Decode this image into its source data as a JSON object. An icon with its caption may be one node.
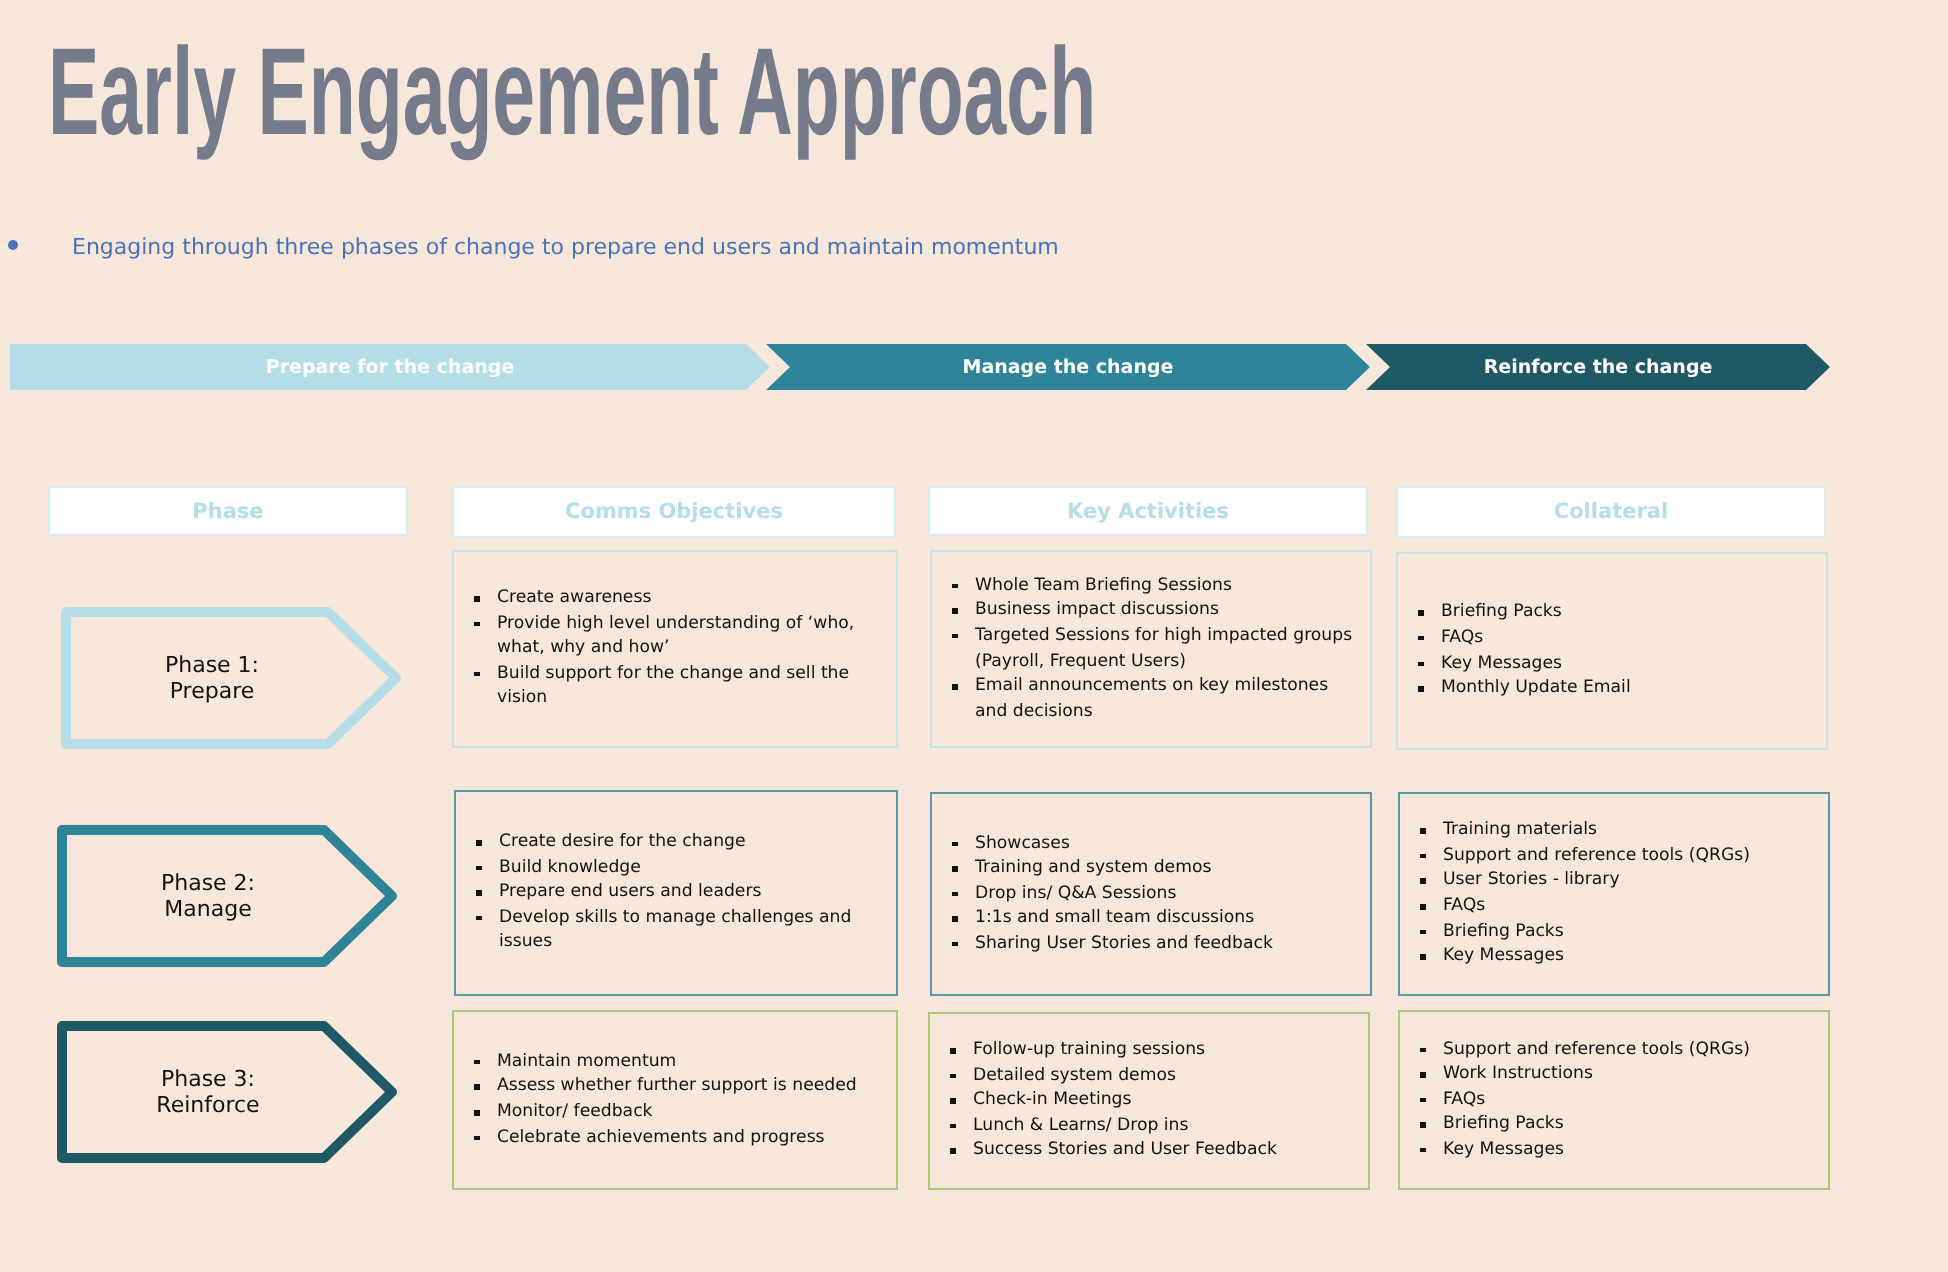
{
  "diagram": {
    "title": "Early Engagement Approach",
    "nodes": [
      {
        "text": [
          "Prepare for the change"
        ]
      },
      {
        "text": [
          "Manage the change"
        ]
      },
      {
        "text": [
          "Reinforce the change"
        ]
      },
      {
        "text": [
          "Phase"
        ]
      },
      {
        "text": [
          "Comms Objectives"
        ]
      },
      {
        "text": [
          "Key Activities"
        ]
      },
      {
        "text": [
          "Collateral"
        ]
      },
      {
        "text": [
          "Phase 1: Prepare"
        ]
      },
      {
        "text": [
          "Create awareness",
          "Provide high level understanding of ‘who, what, why and how’",
          "Build support for the change and sell the vision"
        ]
      },
      {
        "text": [
          "Whole Team Briefing Sessions",
          "Business impact discussions",
          "Targeted Sessions for high impacted groups (Payroll, Frequent Users)",
          "Email announcements on key milestones and decisions"
        ]
      },
      {
        "text": [
          "Briefing Packs",
          "FAQs",
          "Key Messages",
          "Monthly Update Email"
        ]
      },
      {
        "text": [
          "Phase 2: Manage"
        ]
      },
      {
        "text": [
          "Create desire for the change",
          "Build knowledge",
          "Prepare end users and leaders",
          "Develop skills to manage challenges and issues"
        ]
      },
      {
        "text": [
          "Showcases",
          "Training and system demos",
          "Drop ins/ Q&A Sessions",
          "1:1s and small team discussions",
          "Sharing User Stories and feedback"
        ]
      },
      {
        "text": [
          "Training materials",
          "Support and reference tools (QRGs)",
          "User Stories - library",
          "FAQs",
          "Briefing Packs",
          "Key Messages"
        ]
      },
      {
        "text": [
          "Phase 3: Reinforce"
        ]
      },
      {
        "text": [
          "Maintain momentum",
          "Assess whether further support is needed",
          "Monitor/ feedback",
          "Celebrate achievements and progress"
        ]
      },
      {
        "text": [
          "Follow-up training sessions",
          "Detailed system demos",
          "Check-in Meetings",
          "Lunch & Learns/ Drop ins",
          "Success Stories and User Feedback"
        ]
      },
      {
        "text": [
          "Support and reference tools (QRGs)",
          "Work Instructions",
          "FAQs",
          "Briefing Packs",
          "Key Messages"
        ]
      }
    ],
    "edges": [],
    "labels": [
      "Engaging through three phases of change to prepare end users and maintain momentum"
    ]
  }
}
